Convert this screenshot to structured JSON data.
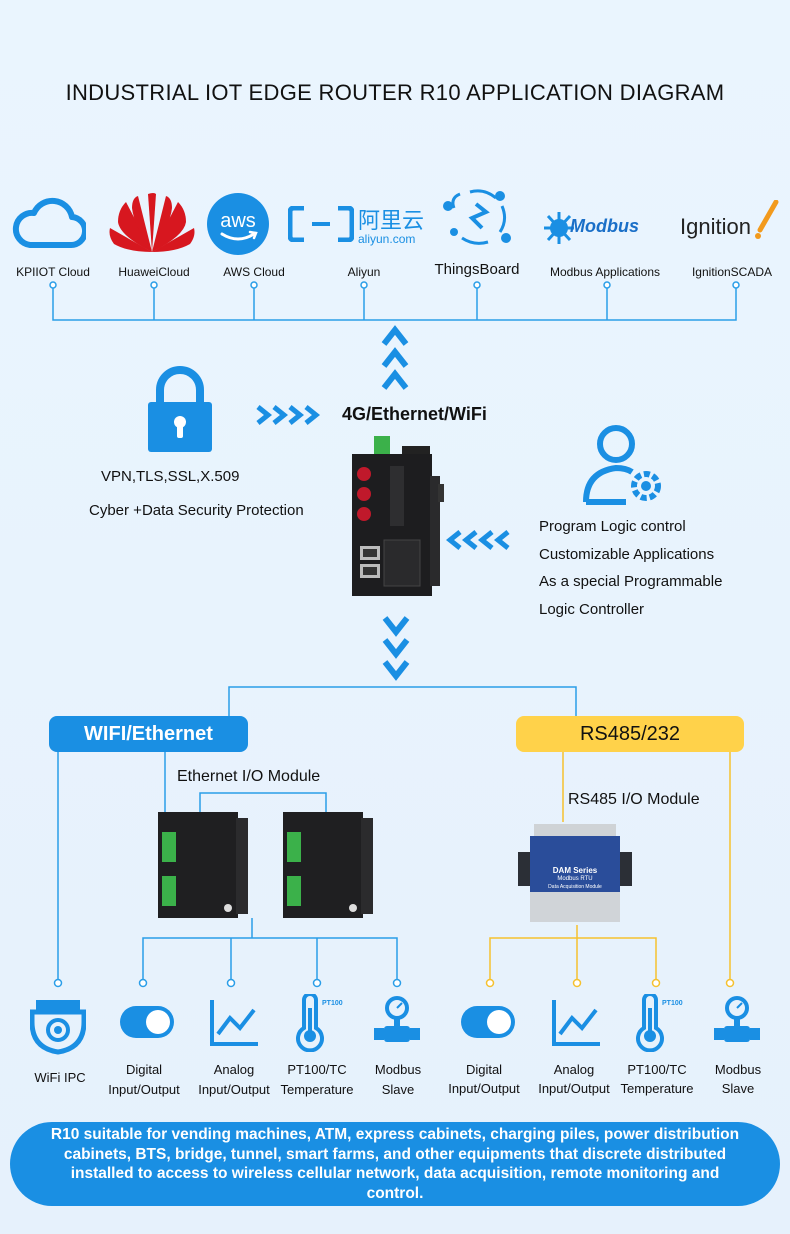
{
  "title": "INDUSTRIAL IOT EDGE ROUTER R10 APPLICATION DIAGRAM",
  "clouds": [
    {
      "label": "KPIIOT Cloud",
      "icon": "cloud-icon"
    },
    {
      "label": "HuaweiCloud",
      "icon": "huawei-logo-icon"
    },
    {
      "label": "AWS Cloud",
      "icon": "aws-logo-icon"
    },
    {
      "label": "Aliyun",
      "icon": "aliyun-logo-icon"
    },
    {
      "label": "ThingsBoard",
      "icon": "thingsboard-logo-icon"
    },
    {
      "label": "Modbus Applications",
      "icon": "modbus-logo-icon"
    },
    {
      "label": "IgnitionSCADA",
      "icon": "ignition-logo-icon"
    }
  ],
  "logos": {
    "aws": "aws",
    "aliyun_cn": "阿里云",
    "aliyun_url": "aliyun.com",
    "modbus": "Modbus",
    "ignition": "Ignition"
  },
  "connection": "4G/Ethernet/WiFi",
  "security": {
    "line1": "VPN,TLS,SSL,X.509",
    "line2": "Cyber +Data Security Protection"
  },
  "program": [
    "Program Logic control",
    "Customizable Applications",
    "As a special Programmable",
    "Logic Controller"
  ],
  "wifi_pill": "WIFI/Ethernet",
  "rs_pill": "RS485/232",
  "eth_module": "Ethernet I/O Module",
  "rs_module": "RS485 I/O Module",
  "device_labels": {
    "dam_series": "DAM Series",
    "modbus_rtu": "Modbus RTU",
    "daq": "Data Acquisition Module",
    "pt100": "PT100"
  },
  "left_devices": [
    {
      "line1": "WiFi IPC",
      "line2": "",
      "icon": "camera-icon"
    },
    {
      "line1": "Digital",
      "line2": "Input/Output",
      "icon": "toggle-icon"
    },
    {
      "line1": "Analog",
      "line2": "Input/Output",
      "icon": "chart-icon"
    },
    {
      "line1": "PT100/TC",
      "line2": "Temperature",
      "icon": "thermometer-icon"
    },
    {
      "line1": "Modbus",
      "line2": "Slave",
      "icon": "meter-icon"
    }
  ],
  "right_devices": [
    {
      "line1": "Digital",
      "line2": "Input/Output",
      "icon": "toggle-icon"
    },
    {
      "line1": "Analog",
      "line2": "Input/Output",
      "icon": "chart-icon"
    },
    {
      "line1": "PT100/TC",
      "line2": "Temperature",
      "icon": "thermometer-icon"
    },
    {
      "line1": "Modbus",
      "line2": "Slave",
      "icon": "meter-icon"
    }
  ],
  "footer": "R10 suitable for vending machines, ATM, express cabinets, charging piles, power distribution cabinets, BTS, bridge, tunnel, smart farms, and other equipments that discrete distributed installed to access to wireless cellular network, data acquisition, remote monitoring and control.",
  "colors": {
    "blue": "#1a8fe3",
    "line_blue": "#2a9ee8",
    "yellow": "#ffd24a",
    "line_yellow": "#f5c12e",
    "huawei": "#d7171f"
  }
}
